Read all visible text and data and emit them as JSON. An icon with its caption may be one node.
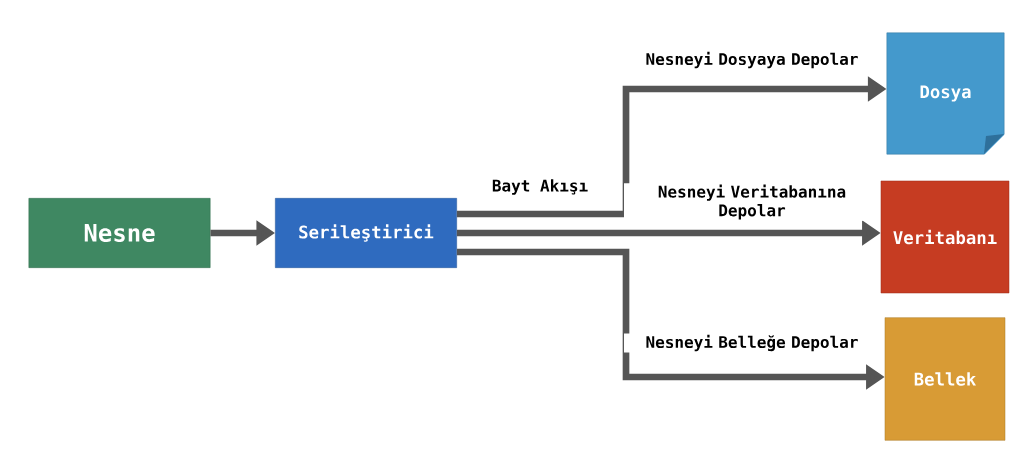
{
  "diagram": {
    "nodes": [
      {
        "text": [
          "Nesne"
        ]
      },
      {
        "text": [
          "Serileştirici"
        ]
      },
      {
        "text": [
          "Dosya"
        ]
      },
      {
        "text": [
          "Veritabanı"
        ]
      },
      {
        "text": [
          "Bellek"
        ]
      }
    ],
    "edges": [
      {
        "from": 0,
        "to": 1,
        "arrow": "to"
      },
      {
        "from": 1,
        "to": 2,
        "arrow": "to",
        "label": "Nesneyi Dosyaya Depolar"
      },
      {
        "from": 1,
        "to": 3,
        "arrow": "to",
        "label": "Nesneyi Veritabanına Depolar"
      },
      {
        "from": 1,
        "to": 4,
        "arrow": "to",
        "label": "Nesneyi Belleğe Depolar"
      }
    ],
    "labels": [
      "Bayt Akışı"
    ]
  }
}
